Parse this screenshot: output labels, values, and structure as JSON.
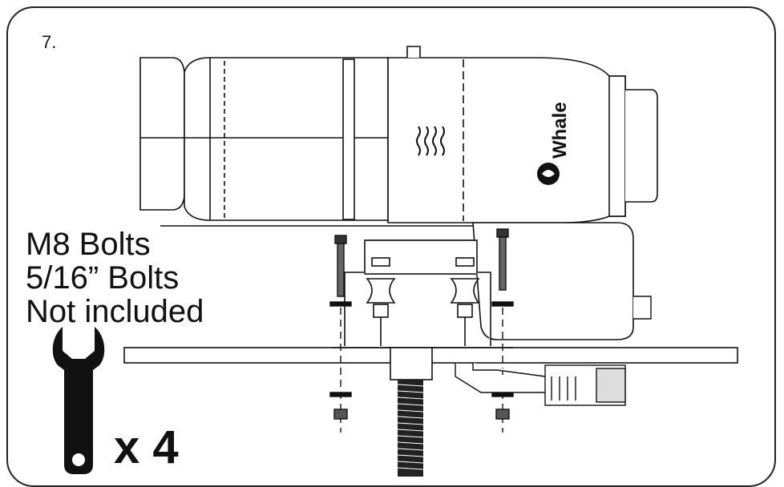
{
  "step_label": "7.",
  "bolt_notes": {
    "line1": "M8 Bolts",
    "line2": "5/16” Bolts",
    "line3": "Not included"
  },
  "quantity_label": "x 4",
  "brand_logo_text": "Whale",
  "icons": {
    "tool": "wrench-icon",
    "heat": "heat-symbol-icon",
    "brand": "whale-logo-icon"
  },
  "colors": {
    "line": "#111111",
    "background": "#ffffff"
  }
}
